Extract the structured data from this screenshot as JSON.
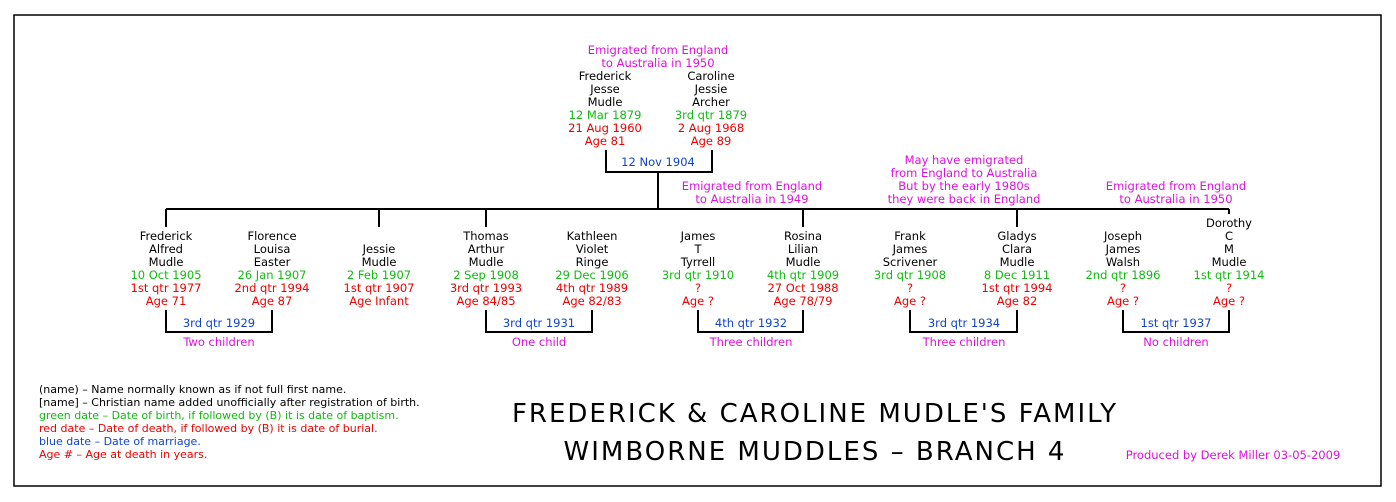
{
  "root": {
    "note": [
      "Emigrated from England",
      "to Australia in 1950"
    ],
    "husband": {
      "names": [
        "Frederick",
        "Jesse",
        "Mudle"
      ],
      "birth": "12 Mar 1879",
      "death": "21 Aug 1960",
      "age": "Age 81"
    },
    "wife": {
      "names": [
        "Caroline",
        "Jessie",
        "Archer"
      ],
      "birth": "3rd qtr 1879",
      "death": "2 Aug 1968",
      "age": "Age 89"
    },
    "marriage": "12 Nov 1904"
  },
  "notes": {
    "thomas_mid": [
      "Emigrated from England",
      "to Australia in 1949"
    ],
    "frank_mid": [
      "May have emigrated",
      "from England to Australia",
      "But by the early 1980s",
      "they were back in England"
    ],
    "joseph_right": [
      "Emigrated from England",
      "to Australia in 1950"
    ]
  },
  "children": [
    {
      "names": [
        "Frederick",
        "Alfred",
        "Mudle"
      ],
      "birth": "10 Oct 1905",
      "death": "1st qtr 1977",
      "age": "Age 71"
    },
    {
      "names": [
        "Florence",
        "Louisa",
        "Easter"
      ],
      "birth": "26 Jan 1907",
      "death": "2nd qtr 1994",
      "age": "Age 87"
    },
    {
      "names": [
        "Jessie",
        "Mudle"
      ],
      "birth": "2 Feb 1907",
      "death": "1st qtr 1907",
      "age": "Age Infant"
    },
    {
      "names": [
        "Thomas",
        "Arthur",
        "Mudle"
      ],
      "birth": "2 Sep 1908",
      "death": "3rd qtr 1993",
      "age": "Age 84/85"
    },
    {
      "names": [
        "Kathleen",
        "Violet",
        "Ringe"
      ],
      "birth": "29 Dec 1906",
      "death": "4th qtr 1989",
      "age": "Age 82/83"
    },
    {
      "names": [
        "James",
        "T",
        "Tyrrell"
      ],
      "birth": "3rd qtr 1910",
      "death": "?",
      "age": "Age ?"
    },
    {
      "names": [
        "Rosina",
        "Lilian",
        "Mudle"
      ],
      "birth": "4th qtr 1909",
      "death": "27 Oct 1988",
      "age": "Age 78/79"
    },
    {
      "names": [
        "Frank",
        "James",
        "Scrivener"
      ],
      "birth": "3rd qtr 1908",
      "death": "?",
      "age": "Age ?"
    },
    {
      "names": [
        "Gladys",
        "Clara",
        "Mudle"
      ],
      "birth": "8 Dec 1911",
      "death": "1st qtr 1994",
      "age": "Age 82"
    },
    {
      "names": [
        "Joseph",
        "James",
        "Walsh"
      ],
      "birth": "2nd qtr 1896",
      "death": "?",
      "age": "Age ?"
    },
    {
      "names": [
        "Dorothy",
        "C",
        "M",
        "Mudle"
      ],
      "birth": "1st qtr 1914",
      "death": "?",
      "age": "Age ?"
    }
  ],
  "marriages": [
    {
      "date": "3rd qtr 1929",
      "children": "Two children"
    },
    {
      "date": "3rd qtr 1931",
      "children": "One child"
    },
    {
      "date": "4th qtr 1932",
      "children": "Three children"
    },
    {
      "date": "3rd qtr 1934",
      "children": "Three children"
    },
    {
      "date": "1st qtr 1937",
      "children": "No children"
    }
  ],
  "legend": [
    {
      "text": "(name) – Name normally known as if not full first name.",
      "color": "#000000"
    },
    {
      "text": "[name] – Christian name added unofficially after registration of birth.",
      "color": "#000000"
    },
    {
      "text": "green date – Date of birth, if followed by (B) it is date of baptism.",
      "color": "#11bb11"
    },
    {
      "text": "red date – Date of death, if followed by (B) it is date of burial.",
      "color": "#ee0000"
    },
    {
      "text": "blue date – Date of marriage.",
      "color": "#1144cc"
    },
    {
      "text": "Age # – Age at death in years.",
      "color": "#ee0000"
    }
  ],
  "title": [
    "FREDERICK & CAROLINE MUDLE'S FAMILY",
    "WIMBORNE MUDDLES – BRANCH 4"
  ],
  "credit": "Produced by Derek Miller 03-05-2009",
  "colors": {
    "birth": "#11bb11",
    "death": "#ee0000",
    "marriage": "#1144cc",
    "note": "#dd11dd"
  }
}
